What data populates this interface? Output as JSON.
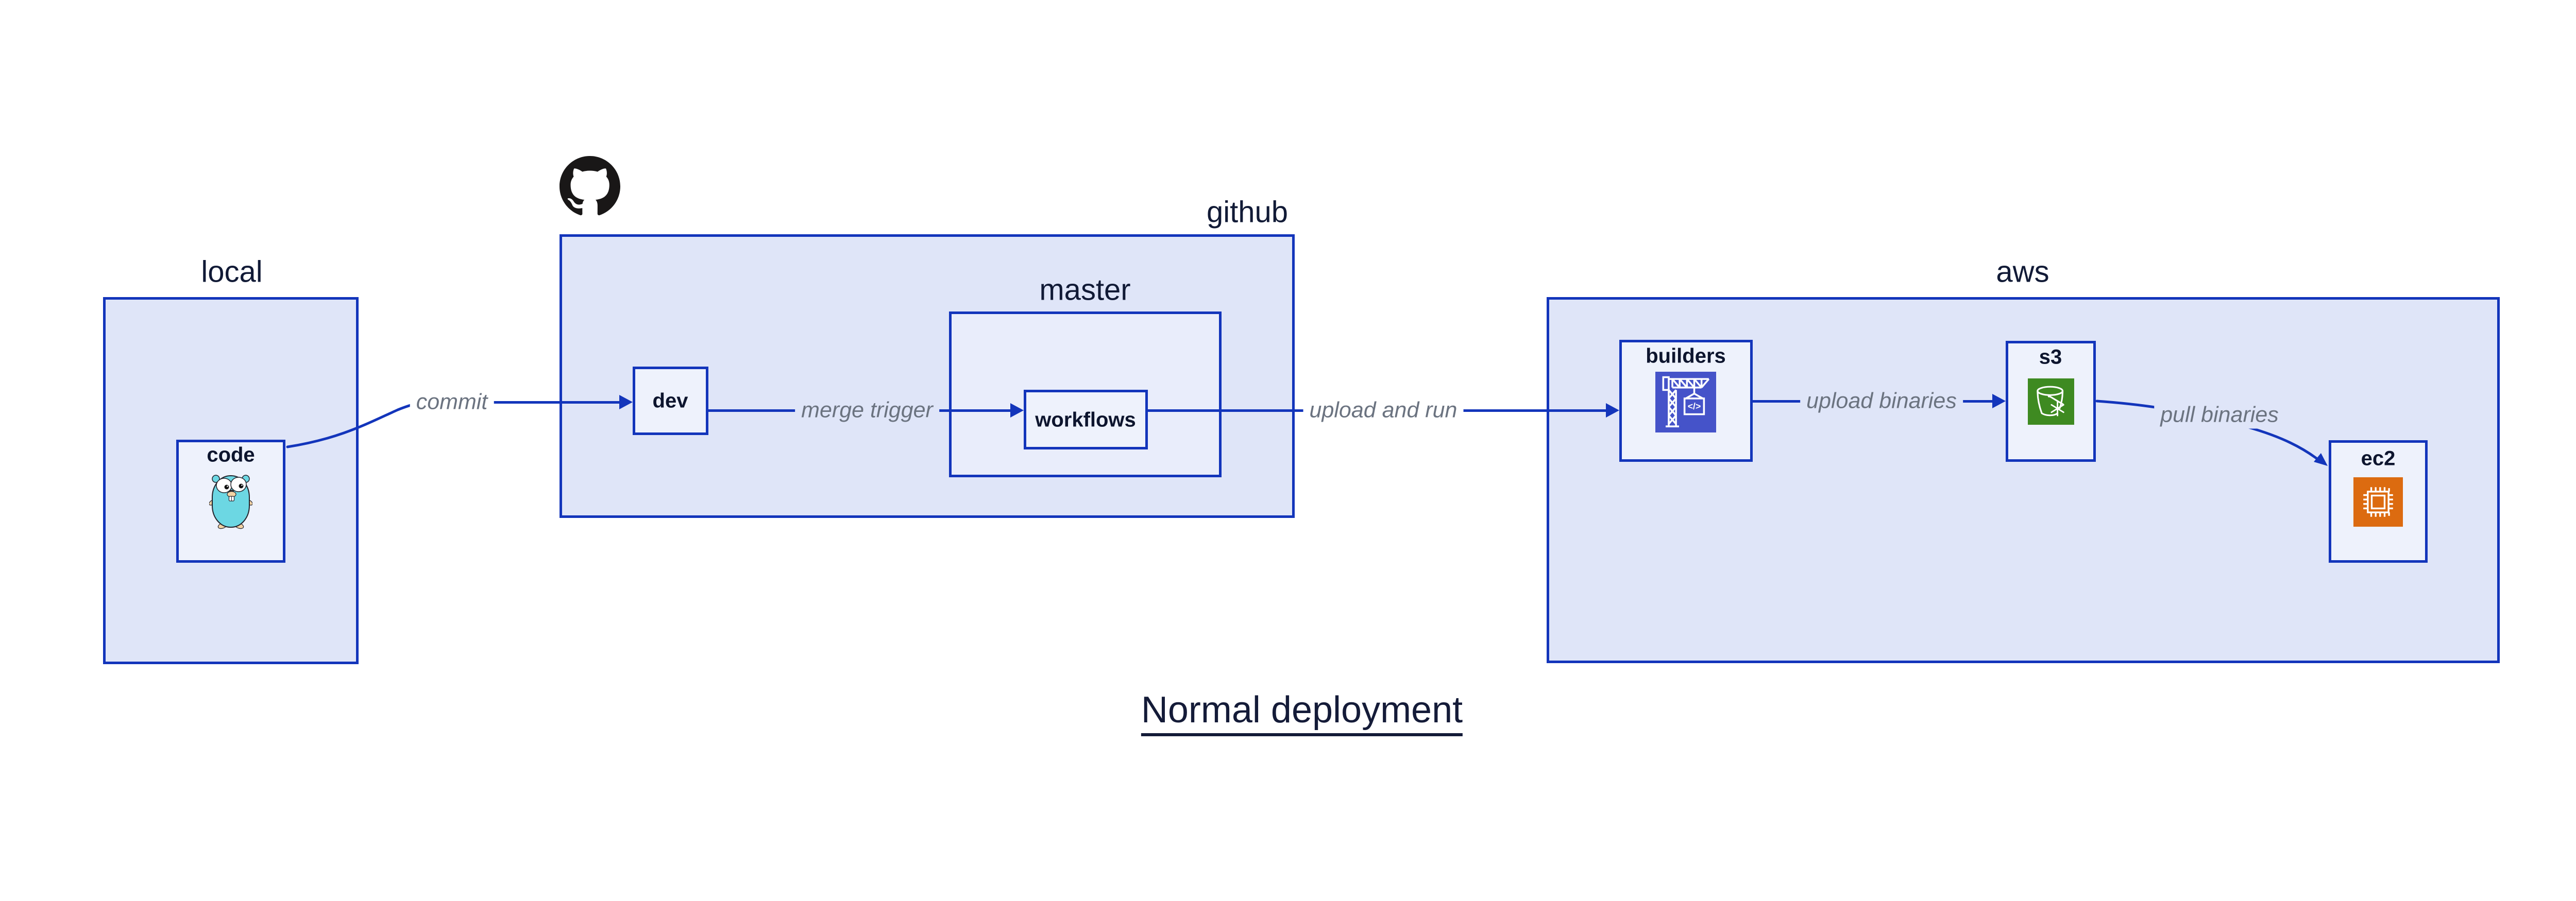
{
  "title": {
    "text": "Normal deployment"
  },
  "groups": [
    {
      "id": "local",
      "label": "local"
    },
    {
      "id": "github",
      "label": "github"
    },
    {
      "id": "master",
      "label": "master"
    },
    {
      "id": "aws",
      "label": "aws"
    }
  ],
  "nodes": [
    {
      "id": "code",
      "label": "code",
      "icon": "go-gopher-icon"
    },
    {
      "id": "dev",
      "label": "dev"
    },
    {
      "id": "workflows",
      "label": "workflows"
    },
    {
      "id": "builders",
      "label": "builders",
      "icon": "aws-codebuild-icon"
    },
    {
      "id": "s3",
      "label": "s3",
      "icon": "aws-s3-glacier-icon"
    },
    {
      "id": "ec2",
      "label": "ec2",
      "icon": "aws-ec2-icon"
    }
  ],
  "edges": [
    {
      "from": "code",
      "to": "dev",
      "label": "commit"
    },
    {
      "from": "dev",
      "to": "workflows",
      "label": "merge trigger"
    },
    {
      "from": "workflows",
      "to": "builders",
      "label": "upload and run"
    },
    {
      "from": "builders",
      "to": "s3",
      "label": "upload binaries"
    },
    {
      "from": "s3",
      "to": "ec2",
      "label": "pull binaries"
    }
  ],
  "icons": {
    "github_logo": "github-octocat-icon",
    "codebuild_glyph": "</>"
  },
  "colors": {
    "edge_blue": "#1335bb",
    "group_fill": "#dfe5f8",
    "master_fill": "#e9edfb",
    "node_fill": "#eef2fc",
    "label_navy": "#111a36",
    "edge_label_gray": "#6b7380",
    "codebuild_indigo": "#4553c9",
    "s3_green": "#3e8a21",
    "ec2_orange": "#dc6b10",
    "octocat_black": "#191717",
    "gopher_teal": "#6cd7e3"
  }
}
